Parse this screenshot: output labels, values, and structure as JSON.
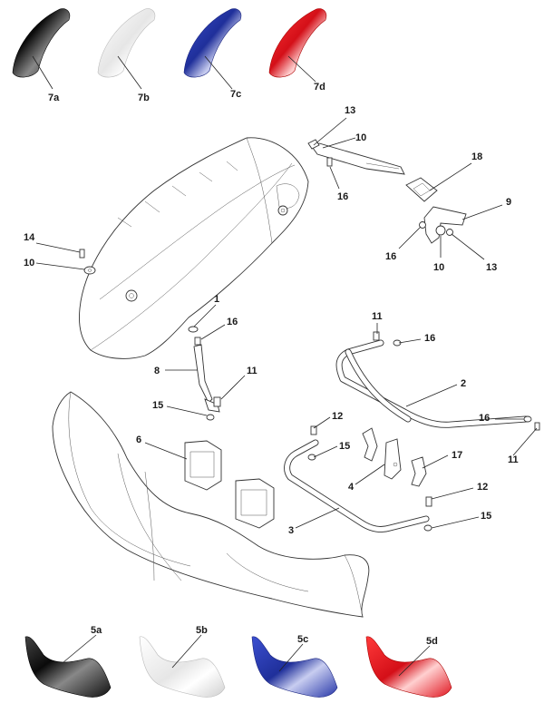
{
  "labels": {
    "p7a": "7a",
    "p7b": "7b",
    "p7c": "7c",
    "p7d": "7d",
    "p13a": "13",
    "p10a": "10",
    "p16a": "16",
    "p18": "18",
    "p9": "9",
    "p14": "14",
    "p10b": "10",
    "p16b": "16",
    "p10c": "10",
    "p13b": "13",
    "p1": "1",
    "p16c": "16",
    "p8": "8",
    "p11a": "11",
    "p15a": "15",
    "p11b": "11",
    "p16d": "16",
    "p2": "2",
    "p6": "6",
    "p12a": "12",
    "p15b": "15",
    "p4": "4",
    "p17": "17",
    "p16e": "16",
    "p11c": "11",
    "p12b": "12",
    "p3": "3",
    "p15c": "15",
    "p5a": "5a",
    "p5b": "5b",
    "p5c": "5c",
    "p5d": "5d"
  },
  "colors": {
    "black": "#111111",
    "white": "#f2f2f2",
    "blue": "#2a3db0",
    "red": "#e0151f"
  }
}
